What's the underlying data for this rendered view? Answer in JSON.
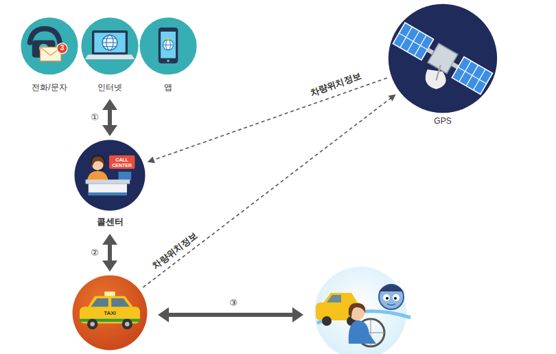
{
  "diagram": {
    "nodes": [
      {
        "text": [
          "전화/문자",
          "3"
        ]
      },
      {
        "text": [
          "인터넷"
        ]
      },
      {
        "text": [
          "앱"
        ]
      },
      {
        "text": [
          "CALL CENTER",
          "콜센터"
        ]
      },
      {
        "text": [
          "TAXI"
        ]
      },
      {
        "text": [
          "GPS"
        ]
      }
    ],
    "edges": [
      {
        "from": 1,
        "to": 3,
        "arrow": "both",
        "label": "①"
      },
      {
        "from": 3,
        "to": 4,
        "arrow": "both",
        "label": "②"
      },
      {
        "from": 5,
        "to": 3,
        "arrow": "to",
        "label": "차량위치정보"
      },
      {
        "from": 4,
        "to": 5,
        "arrow": "to",
        "label": "차량위치정보"
      }
    ],
    "labels": [
      "③"
    ]
  }
}
